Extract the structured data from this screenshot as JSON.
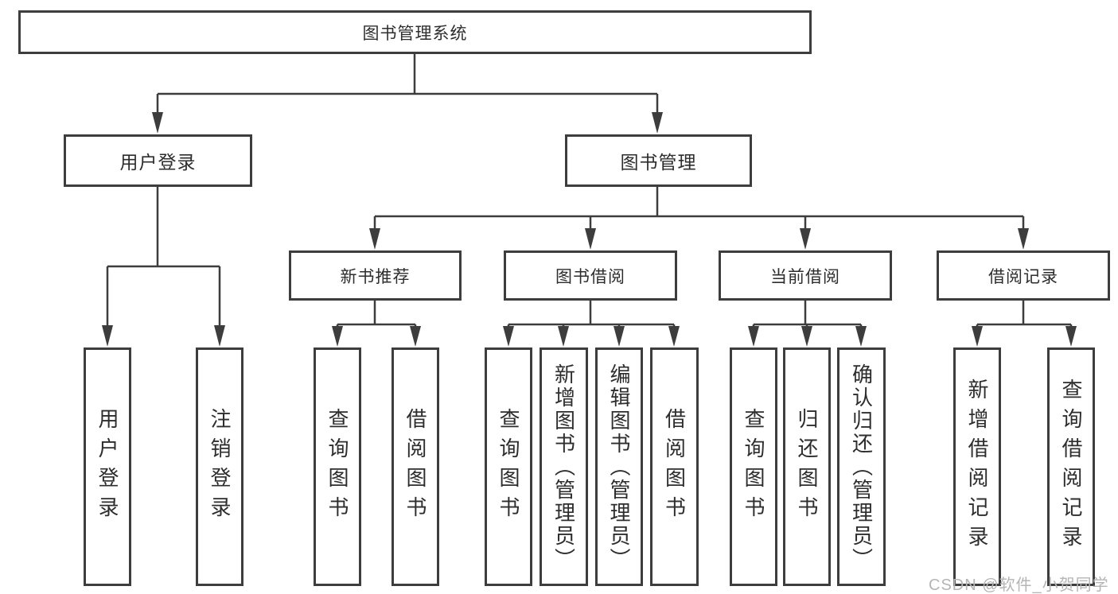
{
  "diagram": {
    "nodes": {
      "root": "图书管理系统",
      "level2": {
        "user_login": "用户登录",
        "book_mgmt": "图书管理"
      },
      "level3": {
        "new_books": "新书推荐",
        "book_borrow": "图书借阅",
        "current_borrow": "当前借阅",
        "borrow_records": "借阅记录"
      },
      "leaves": {
        "user_login": [
          "用户登录",
          "注销登录"
        ],
        "new_books": [
          "查询图书",
          "借阅图书"
        ],
        "book_borrow": [
          "查询图书",
          "新增图书（管理员）",
          "编辑图书（管理员）",
          "借阅图书"
        ],
        "current_borrow": [
          "查询图书",
          "归还图书",
          "确认归还（管理员）"
        ],
        "borrow_records": [
          "新增借阅记录",
          "查询借阅记录"
        ]
      }
    },
    "watermark": "CSDN @软件_小贺同学",
    "colors": {
      "line": "#3d3d3d",
      "box_border": "#3d3d3d",
      "text": "#2d2d2d",
      "watermark": "#b5b5b5",
      "background": "#ffffff"
    }
  }
}
